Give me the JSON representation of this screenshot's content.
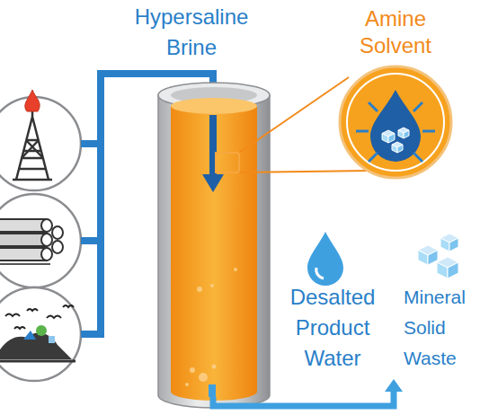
{
  "diagram": {
    "nodes": [
      {
        "text": [
          "Amine Solvent"
        ]
      }
    ],
    "labels": [
      "Hypersaline Brine",
      "Desalted Product Water",
      "Mineral Solid Waste"
    ]
  }
}
